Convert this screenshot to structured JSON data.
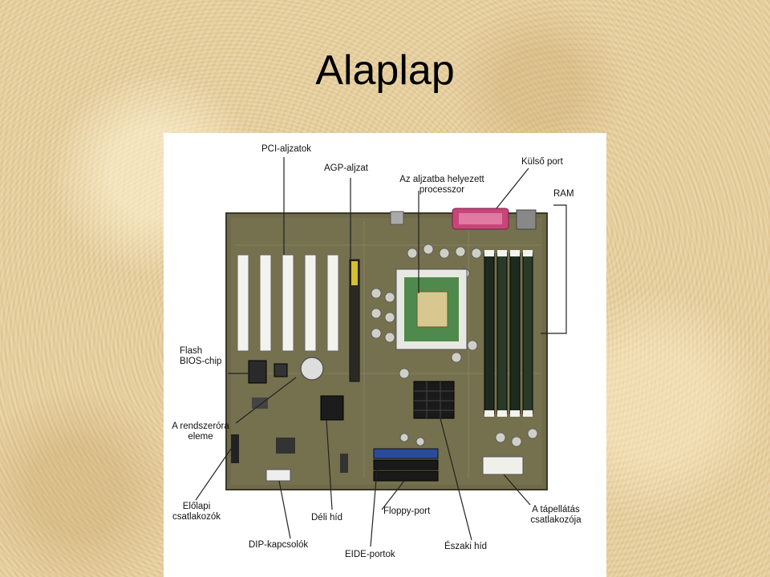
{
  "slide": {
    "title": "Alaplap"
  },
  "labels": {
    "pci": "PCI-aljzatok",
    "agp": "AGP-aljzat",
    "cpu_line1": "Az aljzatba helyezett",
    "cpu_line2": "processzor",
    "external_port": "Külső port",
    "ram": "RAM",
    "flash_line1": "Flash",
    "flash_line2": "BIOS-chip",
    "clock_line1": "A rendszeróra",
    "clock_line2": "eleme",
    "front_line1": "Előlapi",
    "front_line2": "csatlakozók",
    "dip": "DIP-kapcsolók",
    "south": "Déli híd",
    "floppy": "Floppy-port",
    "eide": "EIDE-portok",
    "north": "Északi híd",
    "power_line1": "A tápellátás",
    "power_line2": "csatlakozója"
  }
}
